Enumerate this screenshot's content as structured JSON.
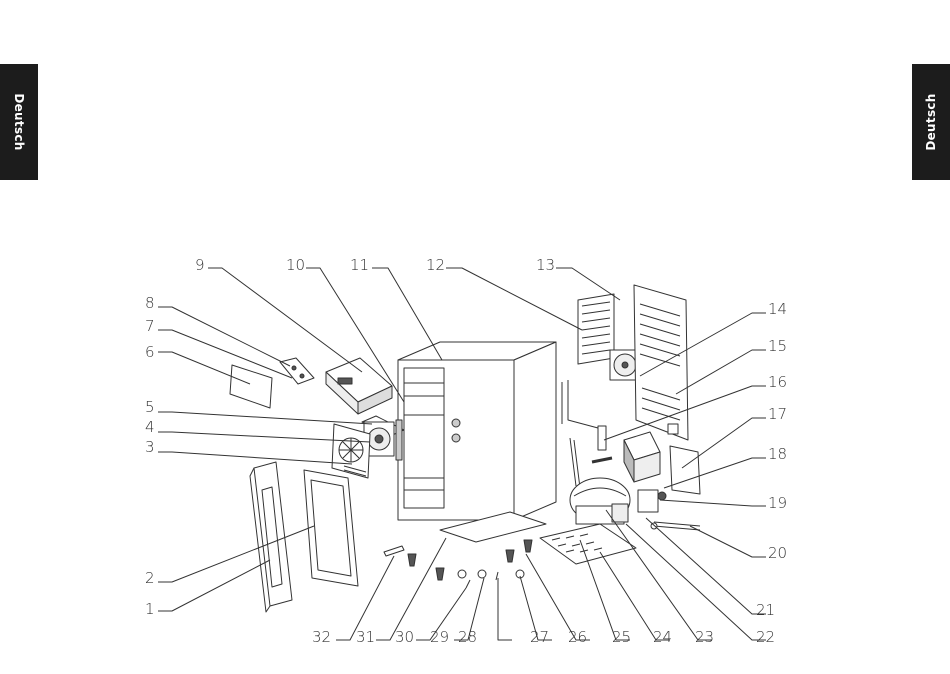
{
  "side_tabs": {
    "left_label": "Deutsch",
    "right_label": "Deutsch"
  },
  "colors": {
    "tab_background": "#1c1c1c",
    "tab_text": "#ffffff",
    "line": "#333333"
  },
  "parts": {
    "p1": "1",
    "p2": "2",
    "p3": "3",
    "p4": "4",
    "p5": "5",
    "p6": "6",
    "p7": "7",
    "p8": "8",
    "p9": "9",
    "p10": "10",
    "p11": "11",
    "p12": "12",
    "p13": "13",
    "p14": "14",
    "p15": "15",
    "p16": "16",
    "p17": "17",
    "p18": "18",
    "p19": "19",
    "p20": "20",
    "p21": "21",
    "p22": "22",
    "p23": "23",
    "p24": "24",
    "p25": "25",
    "p26": "26",
    "p27": "27",
    "p28": "28",
    "p29": "29",
    "p30": "30",
    "p31": "31",
    "p32": "32"
  }
}
